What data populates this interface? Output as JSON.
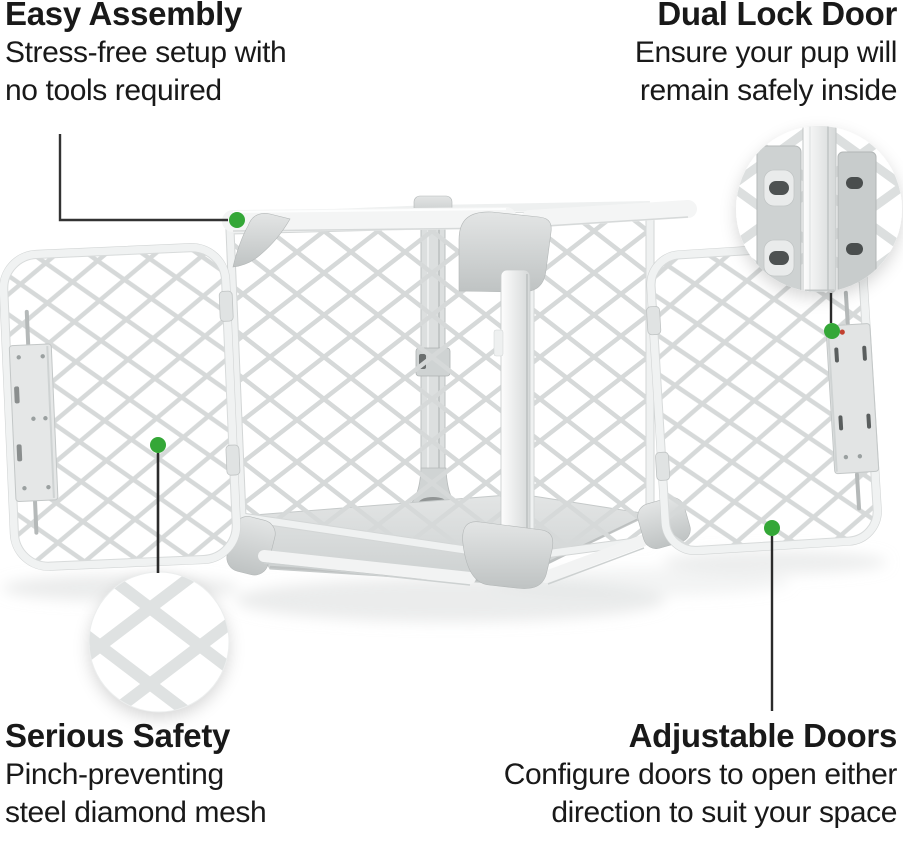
{
  "page": {
    "background": "#ffffff"
  },
  "callouts": {
    "easy_assembly": {
      "title": "Easy Assembly",
      "description": "Stress-free setup with\nno tools required"
    },
    "dual_lock_door": {
      "title": "Dual Lock Door",
      "description": "Ensure your pup will\nremain safely inside"
    },
    "serious_safety": {
      "title": "Serious Safety",
      "description": "Pinch-preventing\nsteel diamond mesh"
    },
    "adjustable_doors": {
      "title": "Adjustable Doors",
      "description": "Configure doors to open either\ndirection to suit your space"
    }
  },
  "illustration": {
    "subject": "collapsible-pet-crate-with-two-open-doors",
    "insets": [
      {
        "name": "dual-lock-latch-closeup",
        "links_to": "dual_lock_door"
      },
      {
        "name": "diamond-mesh-closeup",
        "links_to": "serious_safety"
      }
    ],
    "markers": [
      {
        "name": "marker-easy-assembly",
        "shape": "green-dot"
      },
      {
        "name": "marker-dual-lock-door",
        "shape": "green-dot"
      },
      {
        "name": "marker-serious-safety",
        "shape": "green-dot"
      },
      {
        "name": "marker-adjustable-doors",
        "shape": "green-dot"
      }
    ]
  },
  "colors": {
    "marker_green": "#34a737",
    "connector_line": "#333333",
    "text": "#191919",
    "mesh_wire": "#d6d9d9",
    "frame_white": "#f2f3f3",
    "cap_gray": "#c9cdcd",
    "floor_gray": "#d7d9d9",
    "latch_indicator_red": "#c2402f",
    "background": "#ffffff"
  }
}
